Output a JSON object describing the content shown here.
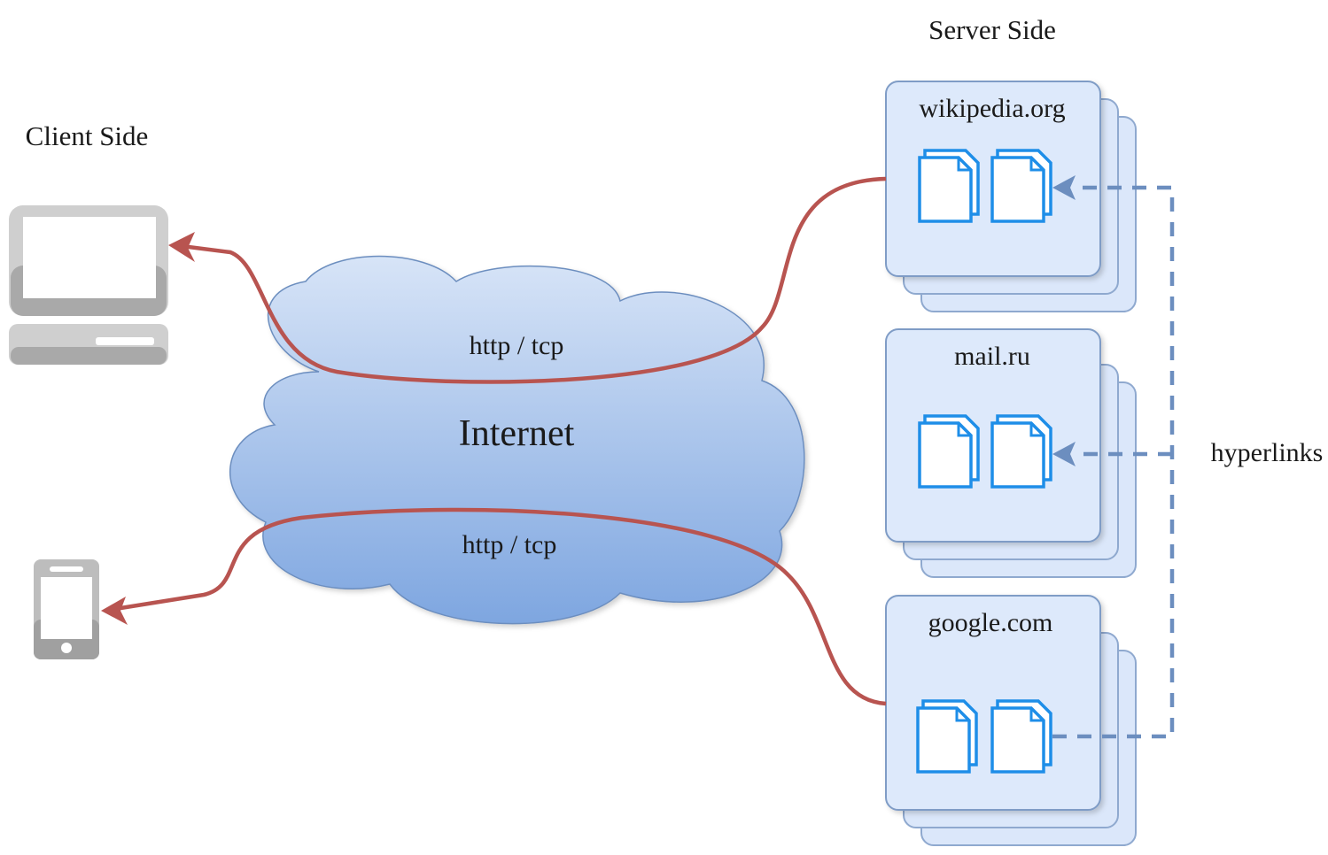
{
  "client": {
    "heading": "Client Side",
    "devices": [
      {
        "name": "desktop-computer-icon"
      },
      {
        "name": "mobile-phone-icon"
      }
    ]
  },
  "server": {
    "heading": "Server Side",
    "hosts": [
      {
        "label": "wikipedia.org"
      },
      {
        "label": "mail.ru"
      },
      {
        "label": "google.com"
      }
    ]
  },
  "network": {
    "cloud_label": "Internet",
    "top_protocol": "http / tcp",
    "bottom_protocol": "http / tcp"
  },
  "links": {
    "hyperlinks_label": "hyperlinks"
  },
  "colors": {
    "cloud_top": "#d7e4f7",
    "cloud_bottom": "#7ea6e0",
    "connection": "#b85450",
    "hyperlink": "#6c8ebf",
    "document": "#1e8ee8",
    "server_card": "#dae8fc"
  }
}
